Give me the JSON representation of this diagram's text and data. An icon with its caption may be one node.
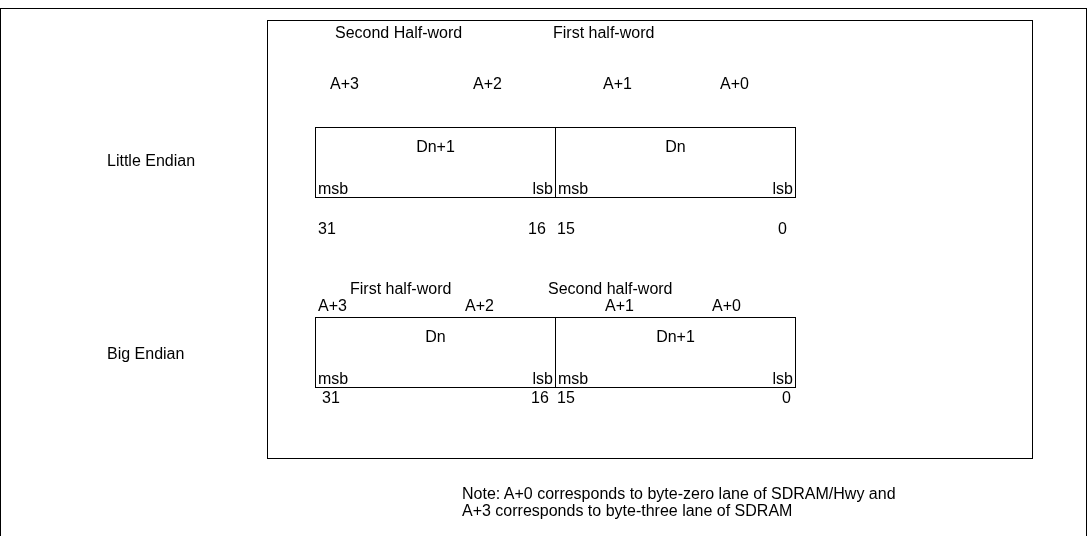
{
  "diagram": {
    "nodes": [
      {
        "text": [
          "Dn+1",
          "msb",
          "lsb"
        ]
      },
      {
        "text": [
          "Dn",
          "msb",
          "lsb"
        ]
      },
      {
        "text": [
          "Dn",
          "msb",
          "lsb"
        ]
      },
      {
        "text": [
          "Dn+1",
          "msb",
          "lsb"
        ]
      }
    ],
    "edges": [],
    "labels": [
      "Second Half-word",
      "First half-word",
      "A+3",
      "A+2",
      "A+1",
      "A+0",
      "Little Endian",
      "31",
      "16",
      "15",
      "0",
      "First half-word",
      "Second half-word",
      "A+3",
      "A+2",
      "A+1",
      "A+0",
      "Big Endian",
      "31",
      "16",
      "15",
      "0",
      "Note: A+0 corresponds to byte-zero lane of SDRAM/Hwy and A+3 corresponds to byte-three lane of SDRAM"
    ]
  }
}
